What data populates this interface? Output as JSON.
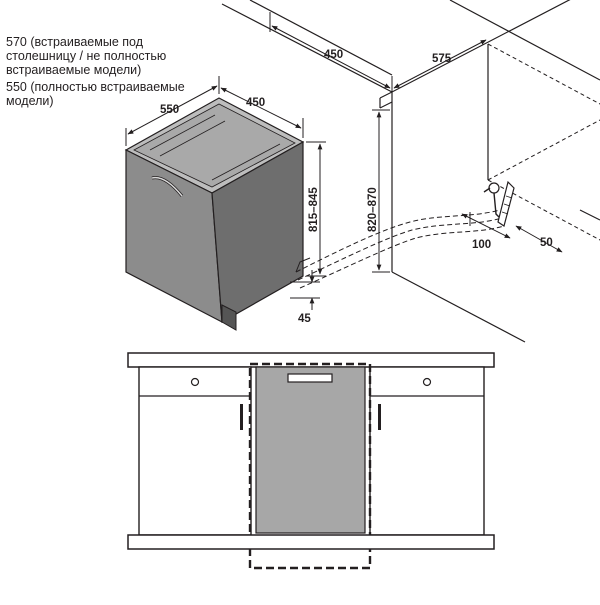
{
  "notes": {
    "depth_partial": "570 (встраиваемые под\nстолешницу /  не полностью\nвстраиваемые  модели)",
    "depth_full": "550 (полностью встраиваемые\nмодели)"
  },
  "dimensions": {
    "appliance_depth": "550",
    "appliance_width": "450",
    "niche_width": "450",
    "niche_depth": "575",
    "appliance_height": "815–845",
    "niche_height": "820–870",
    "plinth": "45",
    "outlet_offset_a": "100",
    "outlet_offset_b": "50"
  },
  "colors": {
    "line": "#231f20",
    "body_fill": "#8c8c8c",
    "body_dark": "#6e6e6e",
    "top_fill": "#bdbdbd",
    "cabinet_fill": "#ffffff",
    "dishwasher_front": "#a7a7a7"
  },
  "icons": [
    "water-inlet-icon",
    "drain-hose-icon",
    "knob-icon",
    "door-handle-icon"
  ]
}
